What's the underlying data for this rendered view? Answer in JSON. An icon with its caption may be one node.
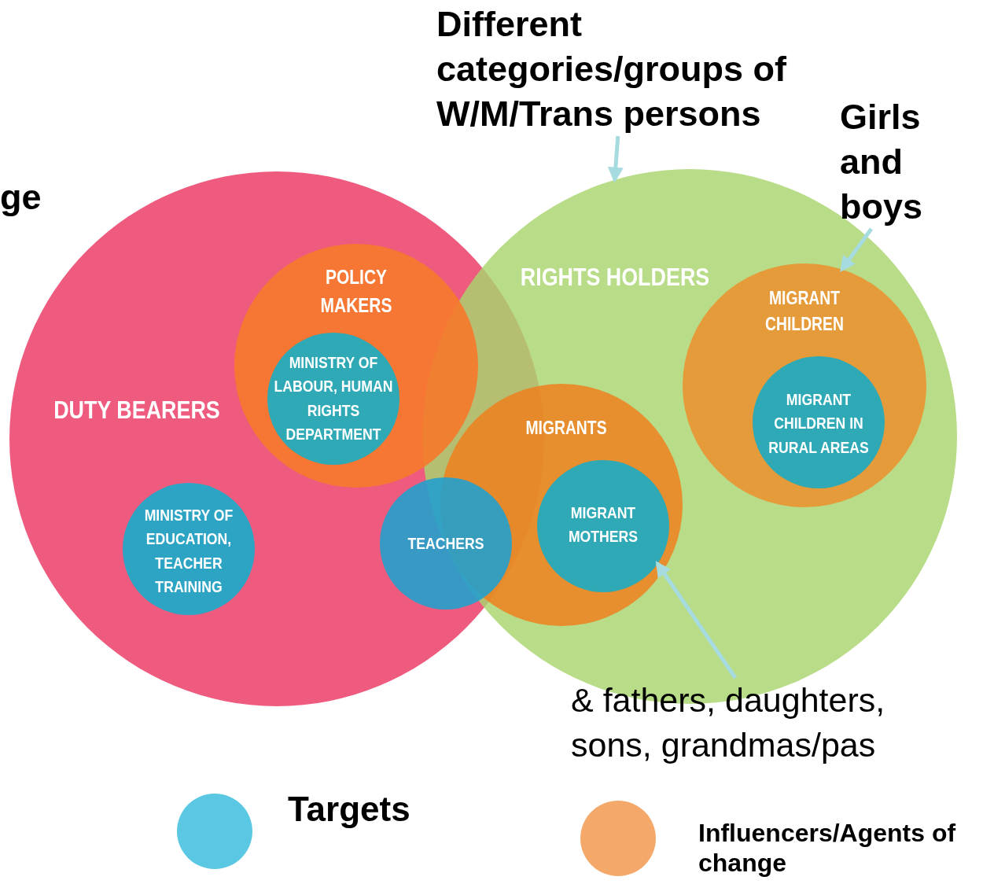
{
  "diagram": {
    "nodes": [
      {
        "text": [
          "DUTY BEARERS"
        ]
      },
      {
        "text": [
          "POLICY MAKERS"
        ],
        "in": 0
      },
      {
        "text": [
          "MINISTRY OF LABOUR, HUMAN RIGHTS DEPARTMENT"
        ],
        "in": 1
      },
      {
        "text": [
          "MINISTRY OF EDUCATION, TEACHER TRAINING"
        ],
        "in": 0
      },
      {
        "text": [
          "TEACHERS"
        ],
        "in": 0
      },
      {
        "text": [
          "RIGHTS HOLDERS"
        ]
      },
      {
        "text": [
          "MIGRANTS"
        ],
        "in": 5
      },
      {
        "text": [
          "MIGRANT MOTHERS"
        ],
        "in": 6
      },
      {
        "text": [
          "MIGRANT CHILDREN"
        ],
        "in": 5
      },
      {
        "text": [
          "MIGRANT CHILDREN IN RURAL AREAS"
        ],
        "in": 8
      },
      {
        "text": [
          "Different categories/groups of W/M/Trans persons"
        ]
      },
      {
        "text": [
          "Girls and boys"
        ]
      },
      {
        "text": [
          "& fathers, daughters, sons, grandmas/pas"
        ]
      }
    ],
    "edges": [
      {
        "from": 10,
        "to": 5,
        "arrow": "to"
      },
      {
        "from": 11,
        "to": 8,
        "arrow": "to"
      },
      {
        "from": 12,
        "to": 7,
        "arrow": "to"
      }
    ],
    "labels": [
      "ge"
    ],
    "legend": [
      {
        "text": "Targets",
        "color": "#5bc8e3"
      },
      {
        "text": "Influencers/Agents of change",
        "color": "#f4a96a"
      }
    ]
  }
}
